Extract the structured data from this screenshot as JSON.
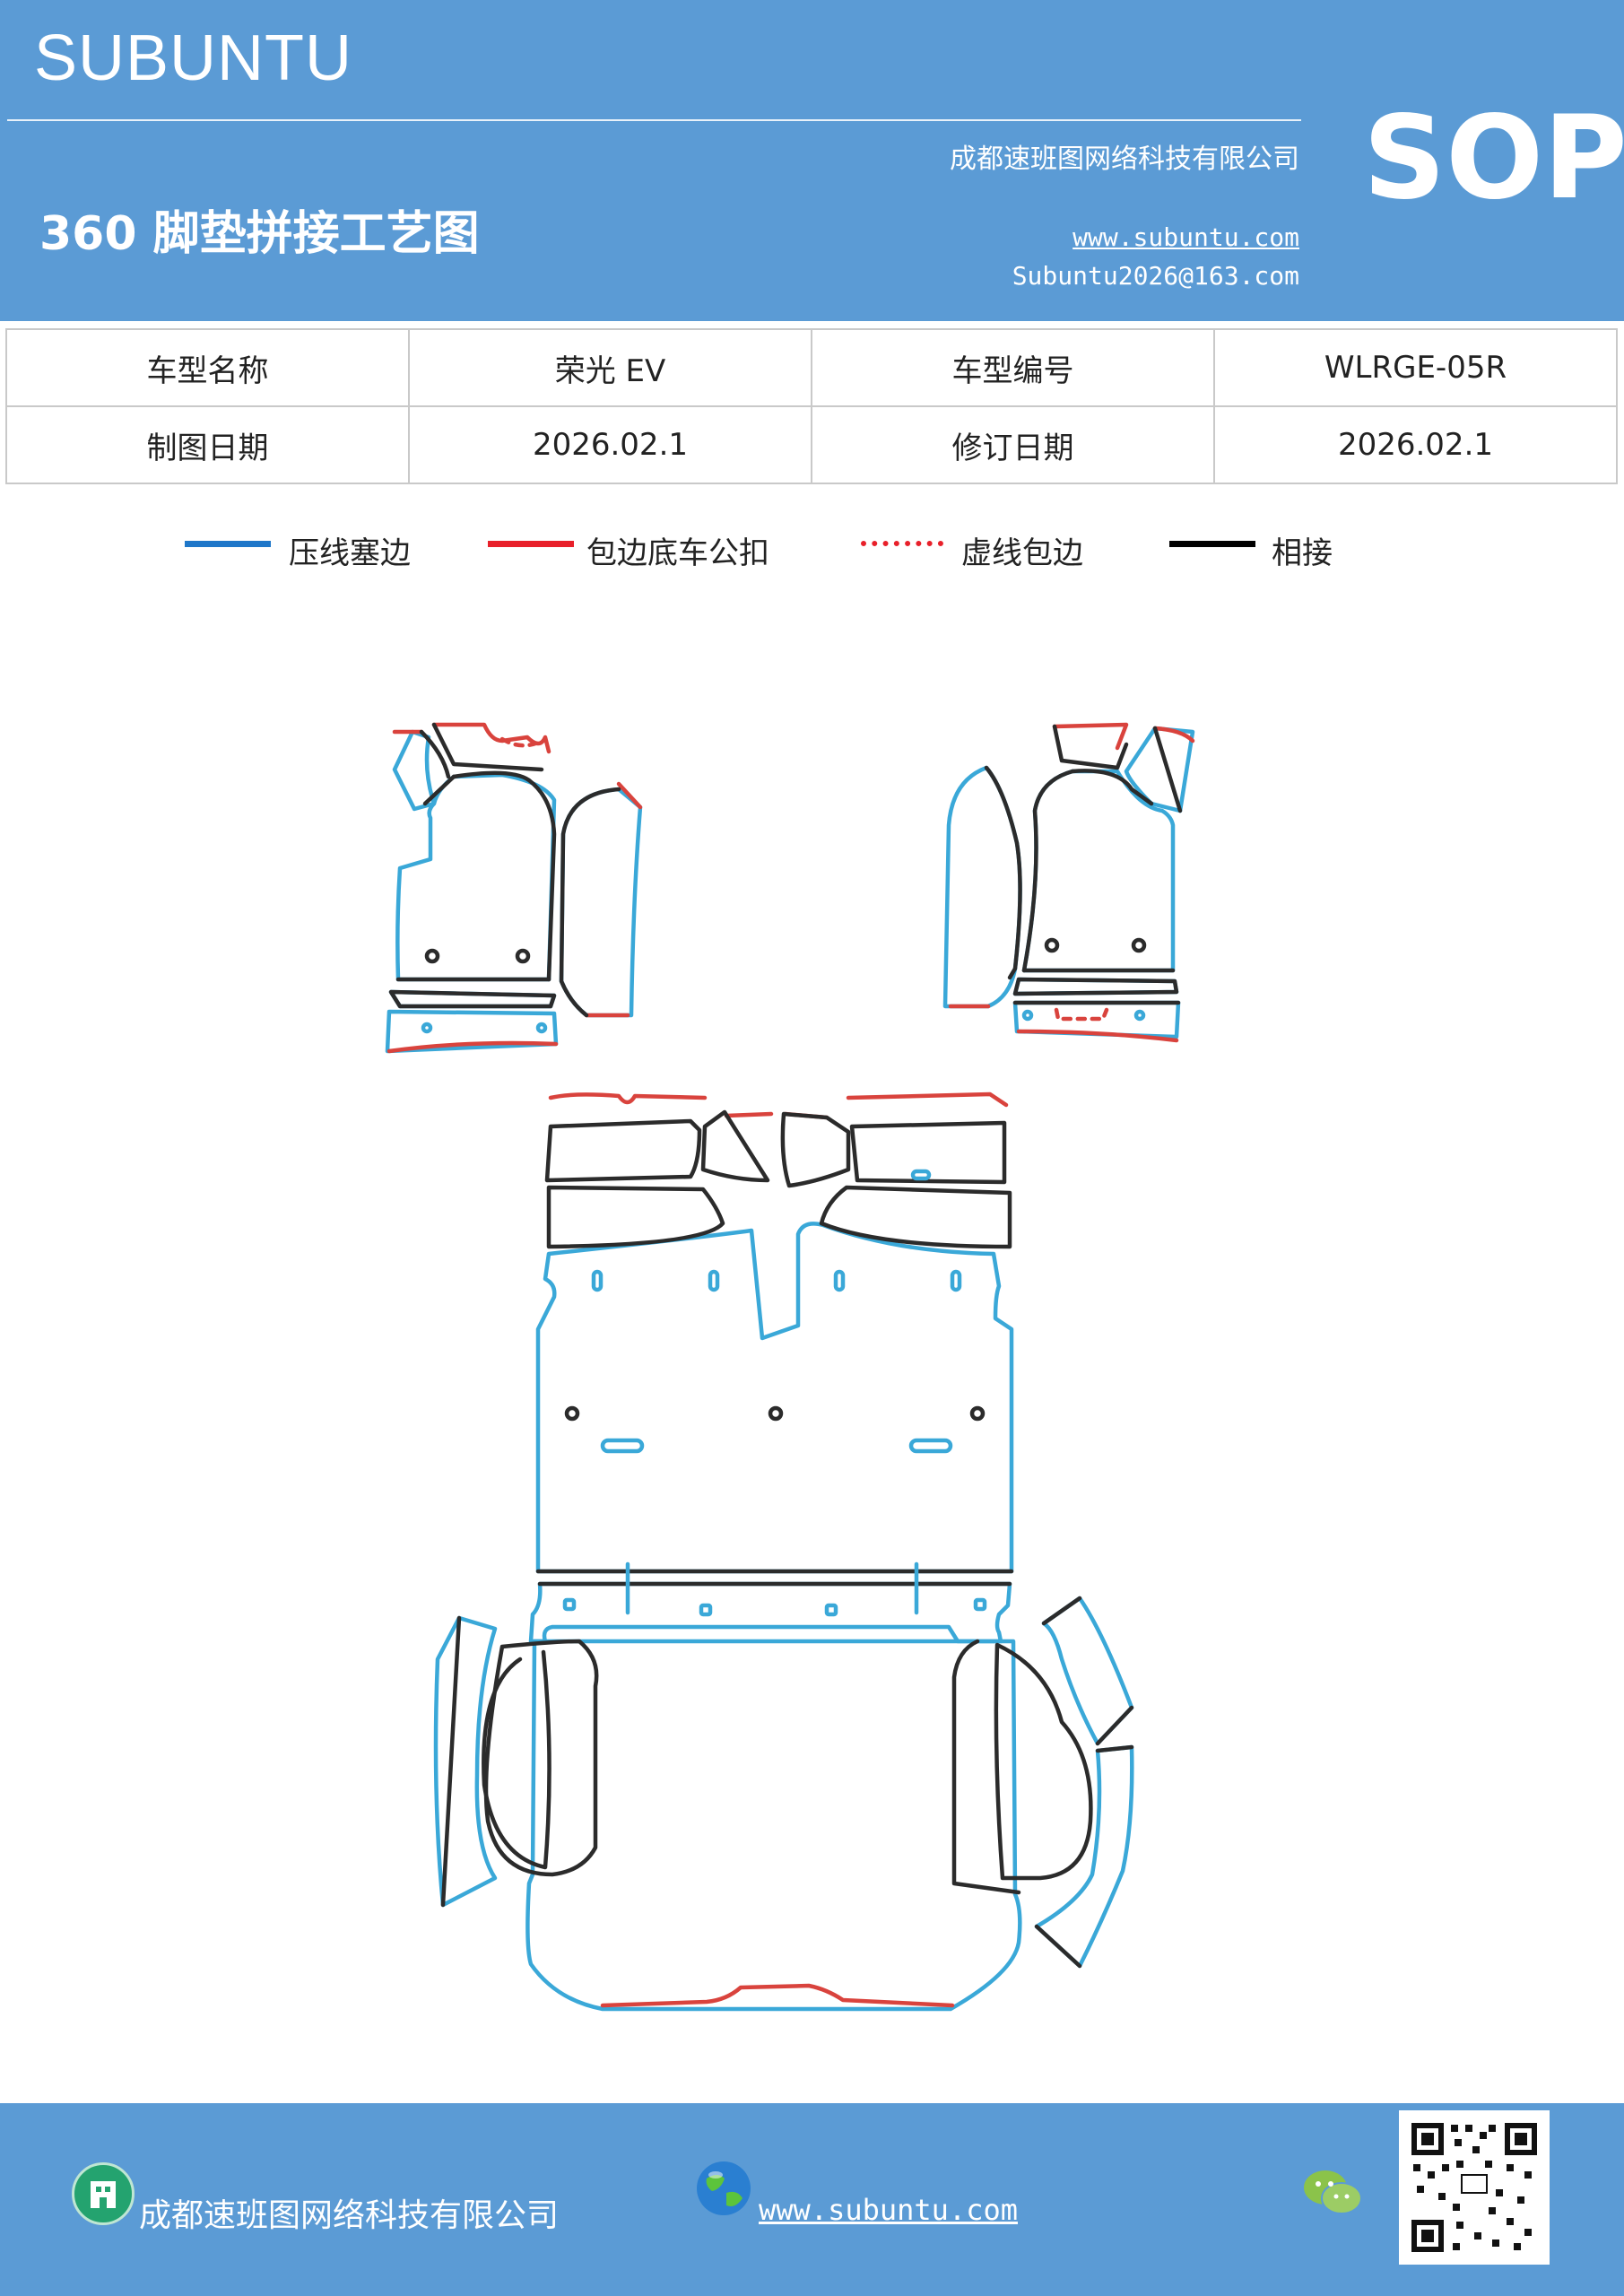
{
  "header": {
    "brand": "SUBUNTU",
    "company": "成都速班图网络科技有限公司",
    "title": "360 脚垫拼接工艺图",
    "website": "www.subuntu.com",
    "email": "Subuntu2026@163.com",
    "badge": "SOP",
    "background": "#5b9bd5"
  },
  "info_table": {
    "rows": [
      [
        "车型名称",
        "荣光 EV",
        "车型编号",
        "WLRGE-05R"
      ],
      [
        "制图日期",
        "2026.02.1",
        "修订日期",
        "2026.02.1"
      ]
    ]
  },
  "legend": {
    "items": [
      {
        "label": "压线塞边",
        "color": "#1f77c9",
        "style": "solid"
      },
      {
        "label": "包边底车公扣",
        "color": "#e8202a",
        "style": "solid"
      },
      {
        "label": "虚线包边",
        "color": "#e8202a",
        "style": "dotted"
      },
      {
        "label": "相接",
        "color": "#000000",
        "style": "solid"
      }
    ]
  },
  "diagram": {
    "colors": {
      "press_line": "#3aa8d8",
      "binding": "#d9433d",
      "joint": "#2b2b2b"
    },
    "icons": [
      "hole-marker-icon",
      "slot-marker-icon"
    ]
  },
  "footer": {
    "company": "成都速班图网络科技有限公司",
    "website": "www.subuntu.com ",
    "icons": [
      "building-icon",
      "globe-icon",
      "wechat-icon",
      "qr-code-icon"
    ]
  }
}
